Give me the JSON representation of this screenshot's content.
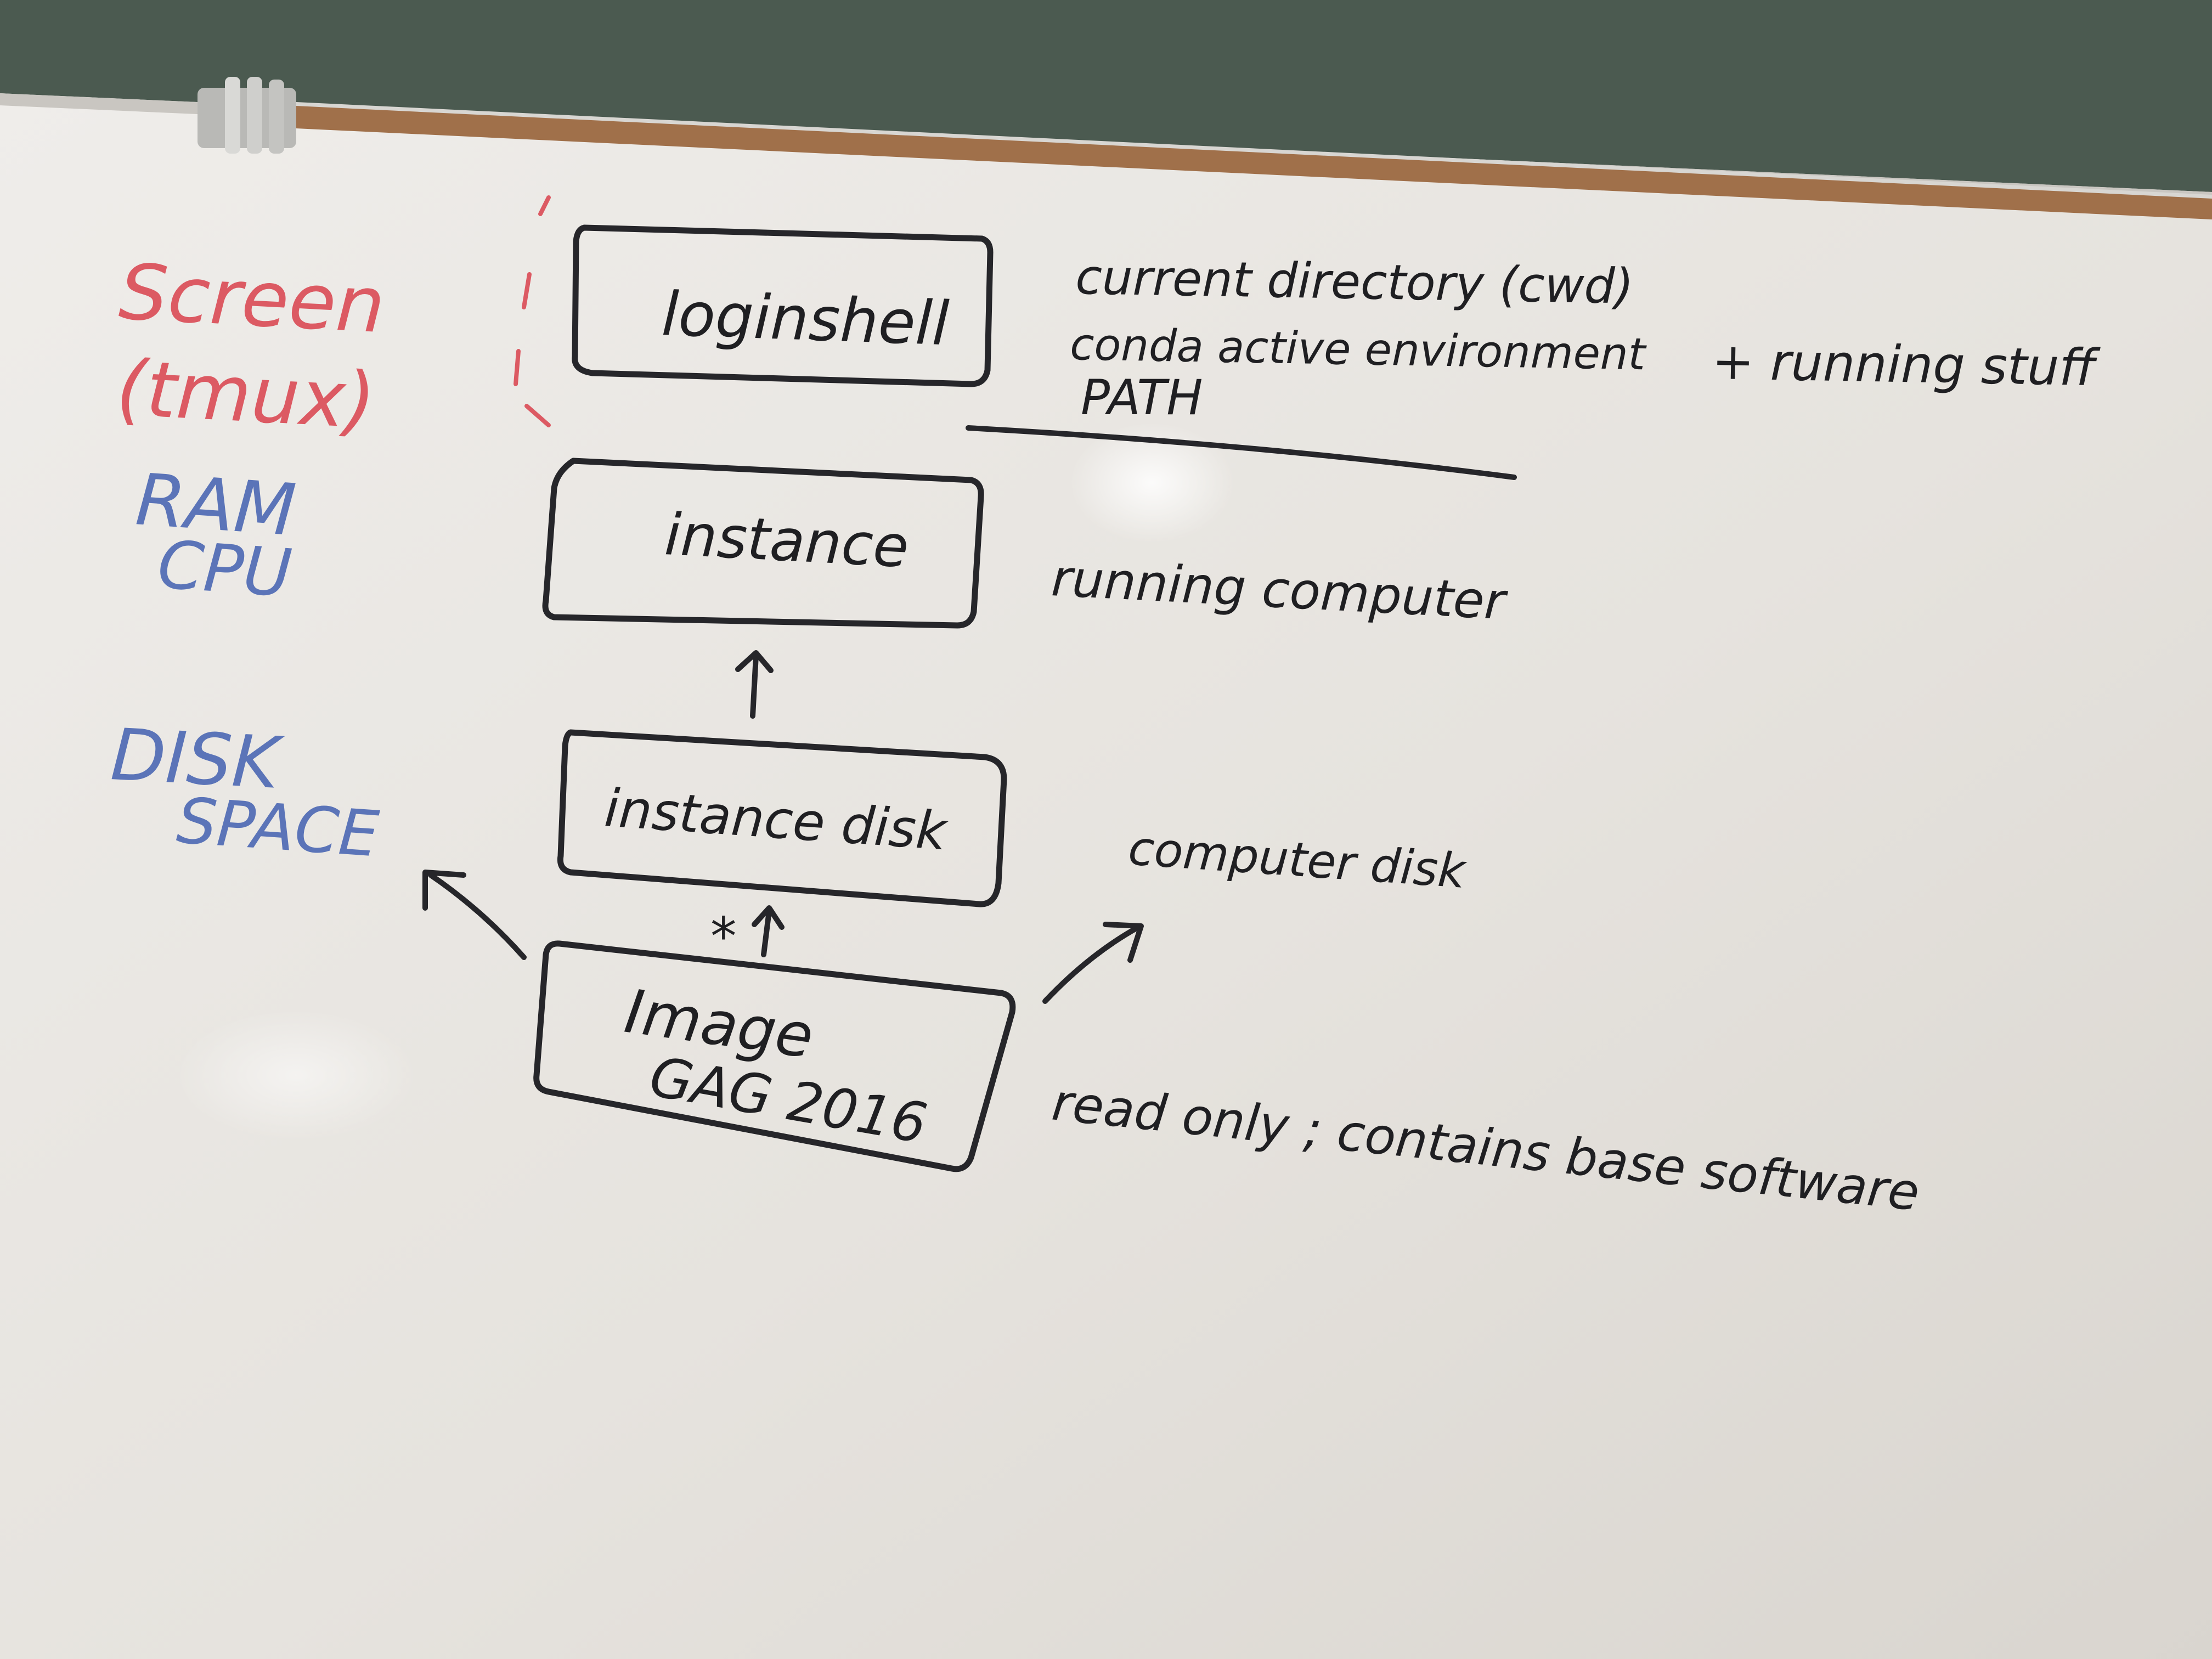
{
  "board": {
    "left_labels": {
      "screen": "Screen",
      "tmux": "(tmux)",
      "ram": "RAM",
      "cpu": "CPU",
      "disk": "DISK",
      "space": "SPACE"
    },
    "boxes": {
      "login_shell": "loginshell",
      "instance": "instance",
      "instance_disk": "instance disk",
      "image": "Image",
      "image_sub": "GAG 2016"
    },
    "right_notes": {
      "cwd": "current directory (cwd)",
      "conda": "conda active environment",
      "path": "PATH",
      "running_stuff": "+ running stuff",
      "running_computer": "running computer",
      "computer_disk": "computer disk",
      "read_only": "read only ; contains base software"
    },
    "star": "*"
  },
  "colors": {
    "marker_black": "#26262a",
    "marker_red": "#dc5a63",
    "marker_blue": "#5b74b8",
    "board_white": "#ebe9e5",
    "cork_strip": "#a0704a",
    "wall": "#4b5a50"
  }
}
